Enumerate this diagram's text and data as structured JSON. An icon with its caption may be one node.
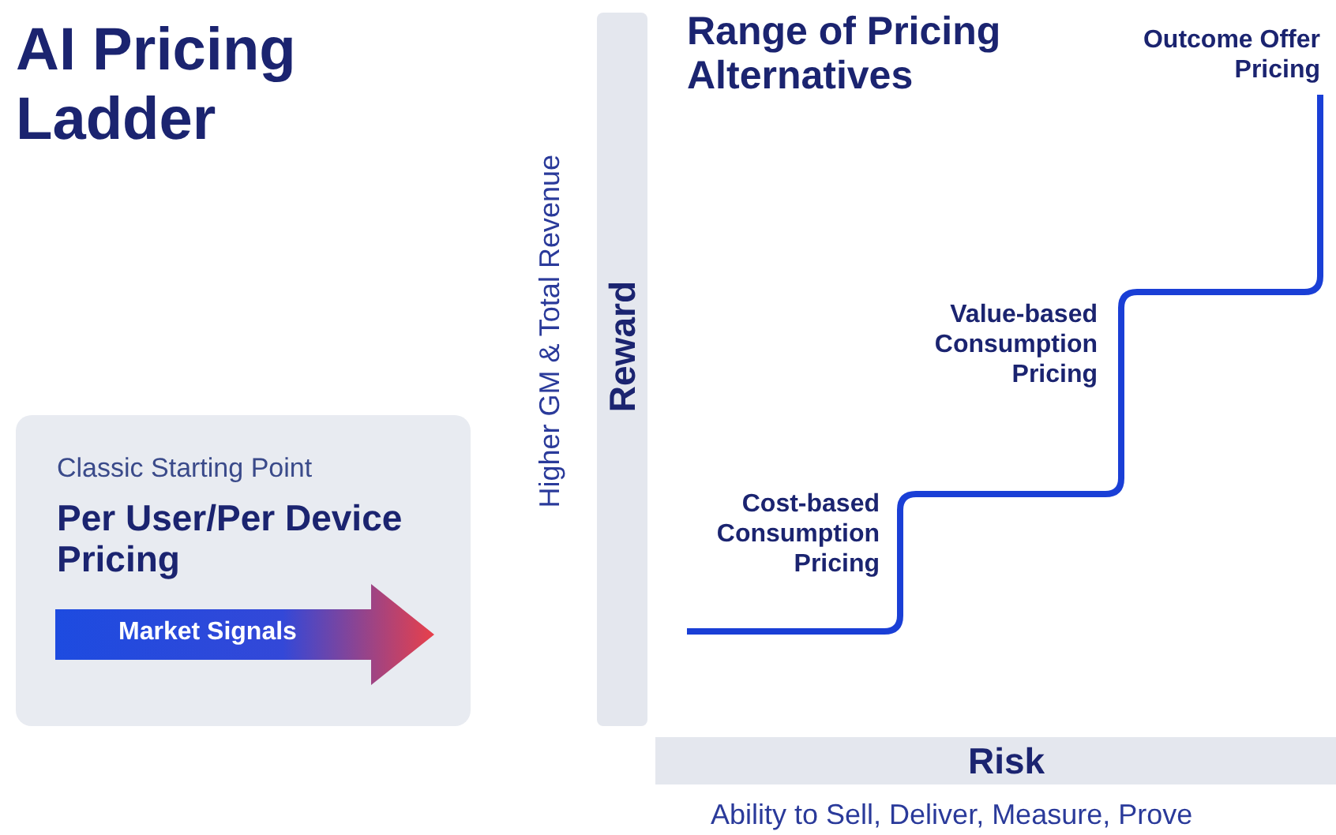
{
  "diagram": {
    "title": "AI Pricing Ladder",
    "nodes": [
      {
        "text": [
          "Classic Starting Point",
          "Per User/Per Device Pricing"
        ]
      },
      {
        "text": [
          "Market Signals"
        ],
        "in": 0
      },
      {
        "text": [
          "Reward"
        ],
        "beside": [
          "Higher GM & Total Revenue"
        ]
      },
      {
        "text": [
          "Risk"
        ],
        "beside": [
          "Ability to Sell, Deliver, Measure, Prove"
        ]
      }
    ],
    "labels": [
      "Range of Pricing Alternatives",
      "Outcome Offer Pricing",
      "Value-based Consumption Pricing",
      "Cost-based Consumption Pricing"
    ]
  }
}
